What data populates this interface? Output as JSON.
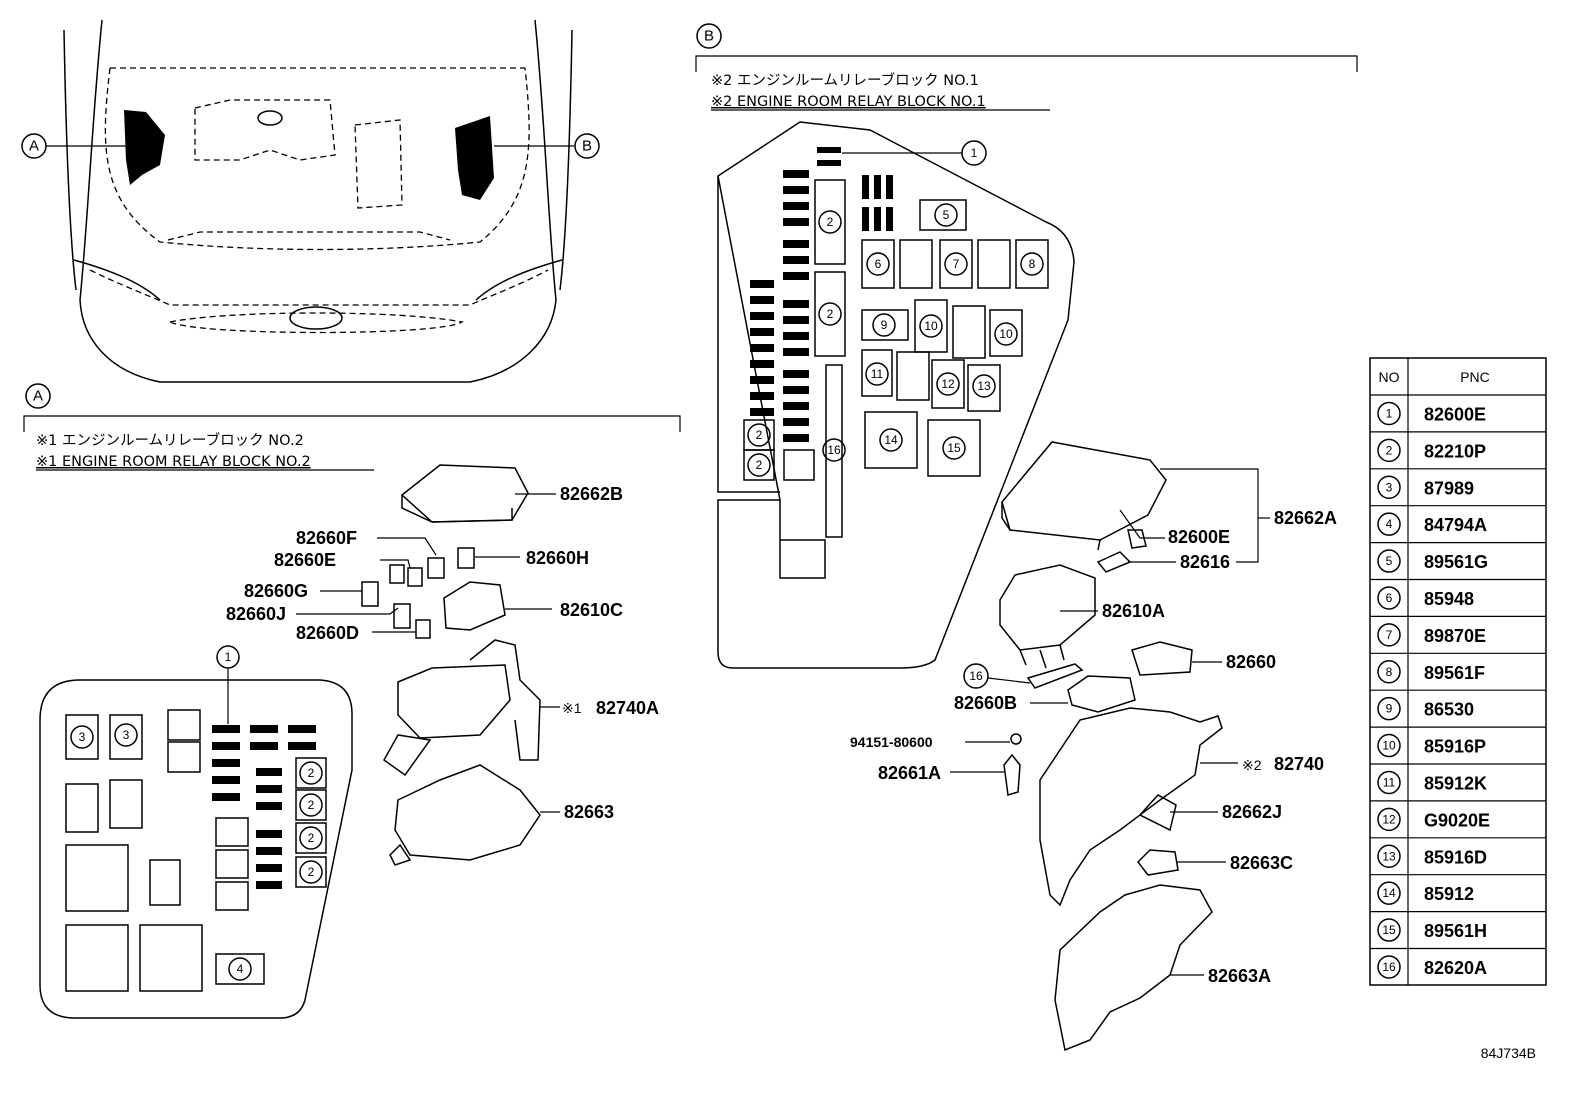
{
  "views": {
    "a": {
      "callout": "A",
      "title_jp": "※1 エンジンルームリレーブロック NO.2",
      "title_en": "※1 ENGINE ROOM RELAY BLOCK NO.2",
      "labels": {
        "cover": "82662B",
        "f": "82660F",
        "e": "82660E",
        "h": "82660H",
        "g": "82660G",
        "j": "82660J",
        "c": "82610C",
        "d": "82660D",
        "box": "82740A",
        "box_mark": "※1",
        "lower": "82663"
      }
    },
    "b": {
      "callout": "B",
      "title_jp": "※2 エンジンルームリレーブロック NO.1",
      "title_en": "※2 ENGINE ROOM RELAY BLOCK NO.1",
      "labels": {
        "cover": "82662A",
        "relay": "82600E",
        "clip": "82616",
        "block": "82610A",
        "fuse": "82660",
        "strip": "82660B",
        "bolt": "94151-80600",
        "conn": "82661A",
        "box": "82740",
        "box_mark": "※2",
        "bracket": "82662J",
        "holder": "82663C",
        "lower": "82663A"
      }
    }
  },
  "table": {
    "header_no": "NO",
    "header_pnc": "PNC",
    "rows": [
      {
        "no": "1",
        "pnc": "82600E"
      },
      {
        "no": "2",
        "pnc": "82210P"
      },
      {
        "no": "3",
        "pnc": "87989"
      },
      {
        "no": "4",
        "pnc": "84794A"
      },
      {
        "no": "5",
        "pnc": "89561G"
      },
      {
        "no": "6",
        "pnc": "85948"
      },
      {
        "no": "7",
        "pnc": "89870E"
      },
      {
        "no": "8",
        "pnc": "89561F"
      },
      {
        "no": "9",
        "pnc": "86530"
      },
      {
        "no": "10",
        "pnc": "85916P"
      },
      {
        "no": "11",
        "pnc": "85912K"
      },
      {
        "no": "12",
        "pnc": "G9020E"
      },
      {
        "no": "13",
        "pnc": "85916D"
      },
      {
        "no": "14",
        "pnc": "85912"
      },
      {
        "no": "15",
        "pnc": "89561H"
      },
      {
        "no": "16",
        "pnc": "82620A"
      }
    ]
  },
  "figure_id": "84J734B"
}
